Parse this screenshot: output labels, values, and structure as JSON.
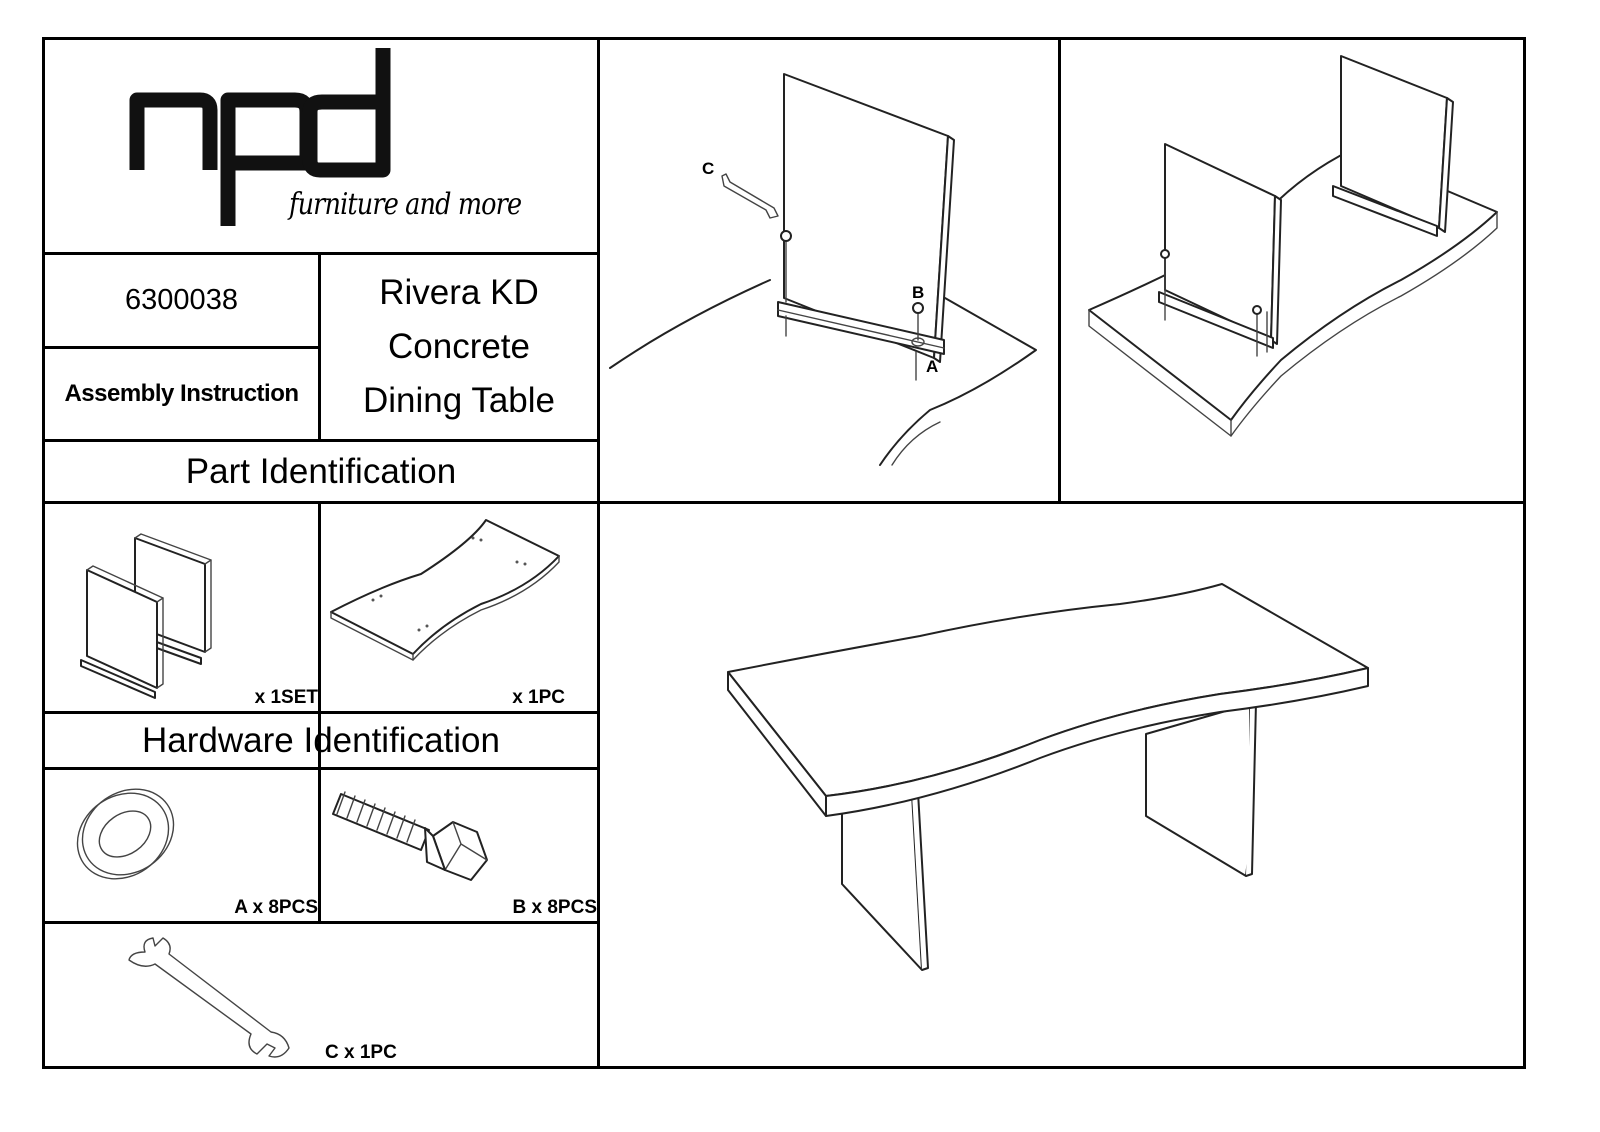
{
  "brand": {
    "logo_text": "npd",
    "tagline": "furniture and more"
  },
  "product": {
    "code": "6300038",
    "doc_type": "Assembly Instruction",
    "name_lines": [
      "Rivera KD",
      "Concrete",
      "Dining Table"
    ]
  },
  "parts": {
    "heading": "Part Identification",
    "items": [
      {
        "icon": "legs-set-icon",
        "qty": "x 1SET"
      },
      {
        "icon": "tabletop-icon",
        "qty": "x 1PC"
      }
    ]
  },
  "hardware": {
    "heading": "Hardware Identification",
    "items": [
      {
        "icon": "washer-icon",
        "qty": "A x 8PCS"
      },
      {
        "icon": "bolt-icon",
        "qty": "B x 8PCS"
      },
      {
        "icon": "wrench-icon",
        "qty": "C x 1PC"
      }
    ]
  },
  "steps": {
    "step1_labels": {
      "a": "A",
      "b": "B",
      "c": "C"
    }
  }
}
